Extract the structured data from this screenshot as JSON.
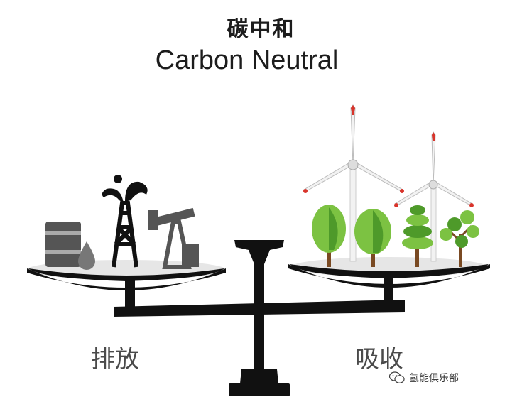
{
  "title": {
    "chinese": "碳中和",
    "english": "Carbon Neutral"
  },
  "labels": {
    "left": "排放",
    "right": "吸收"
  },
  "watermark": {
    "text": "氢能俱乐部",
    "icon": "wechat-icon"
  },
  "colors": {
    "scale": "#111111",
    "industry": "#555555",
    "tree_light": "#7cc242",
    "tree_dark": "#4e9a2a",
    "trunk": "#7a4a23",
    "turbine": "#f2f2f2",
    "turbine_tip": "#d9342b"
  }
}
